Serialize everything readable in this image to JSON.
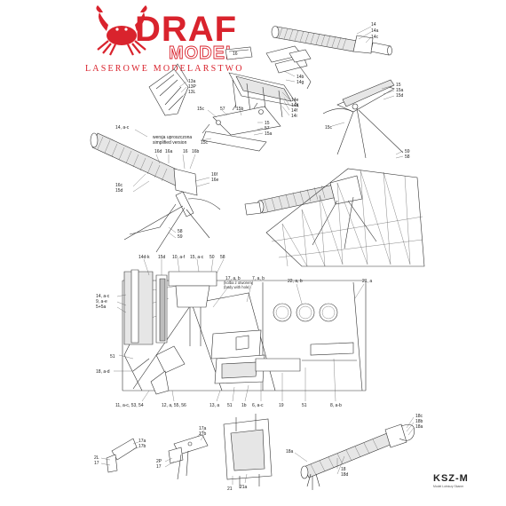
{
  "brand": {
    "name": "DRAF",
    "sub": "MODEL",
    "tagline": "LASEROWE MODELARSTWO",
    "color": "#d9232d",
    "icon": "crab-icon"
  },
  "note": {
    "line1": "wersja uproszczona",
    "line2": "simplified version"
  },
  "labels": {
    "l14_top": "14",
    "l14a_top": "14a",
    "l14c_top": "14c",
    "l16_top": "16",
    "l13a": "13a",
    "l13P": "13P",
    "l13L": "13L",
    "l14b": "14b",
    "l14g": "14g",
    "l14e": "14e",
    "l14d": "14d",
    "l14f": "14f",
    "l14i": "14i",
    "l15_r": "15",
    "l15a_r": "15a",
    "l15d_r": "15d",
    "l15c_a": "15c",
    "l57": "57",
    "l15b": "15b",
    "l15_m": "15",
    "l57_m": "57",
    "l15a_m": "15a",
    "l15c_b": "15c",
    "l15c_c": "15c",
    "l59_r": "59",
    "l58_r": "58",
    "l14ac": "14, a-c",
    "l16d": "16d",
    "l16a": "16a",
    "l16": "16",
    "l16b": "16b",
    "l16c": "16c",
    "l15d_l": "15d",
    "l16f": "16f",
    "l16e": "16e",
    "l58_l": "58",
    "l59_l": "59",
    "l14dk": "14d-k",
    "l15d_c": "15d",
    "l10a": "10, a-f",
    "l15ac": "15, a-c",
    "l50": "50",
    "l58_c": "58",
    "l17ab": "17, a, b",
    "l17note1": "(kolba z otworem)",
    "l17note2": "(body with hole)",
    "l7ab": "7, a, b",
    "l22ab": "22, a, b",
    "l21a_t": "21, a",
    "l14ac_s": "14, a-c",
    "l9ae": "9, a-e",
    "l5and5a": "5+5a",
    "l51_l": "51",
    "l18ad": "18, a-d",
    "l11": "11, a-c, 53, 54",
    "l12": "12, a, 55, 56",
    "l13a_b": "13, a",
    "l51_b1": "51",
    "l1b": "1b",
    "l6ac": "6, a-c",
    "l19": "19",
    "l51_b2": "51",
    "l8ab": "8, a-b",
    "l17a": "17a",
    "l17b": "17b",
    "l2L": "2L",
    "l17_a": "17",
    "l17a2": "17a",
    "l17b2": "17b",
    "l2P": "2P",
    "l17_b": "17",
    "l21": "21",
    "l21a_b": "21a",
    "l18a": "18a",
    "l18": "18",
    "l18d": "18d",
    "l18c": "18c",
    "l18b": "18b",
    "l18a_r": "18a"
  },
  "signature": {
    "mark": "KSZ-M",
    "sub": "Model Lotniczy Skaner"
  }
}
